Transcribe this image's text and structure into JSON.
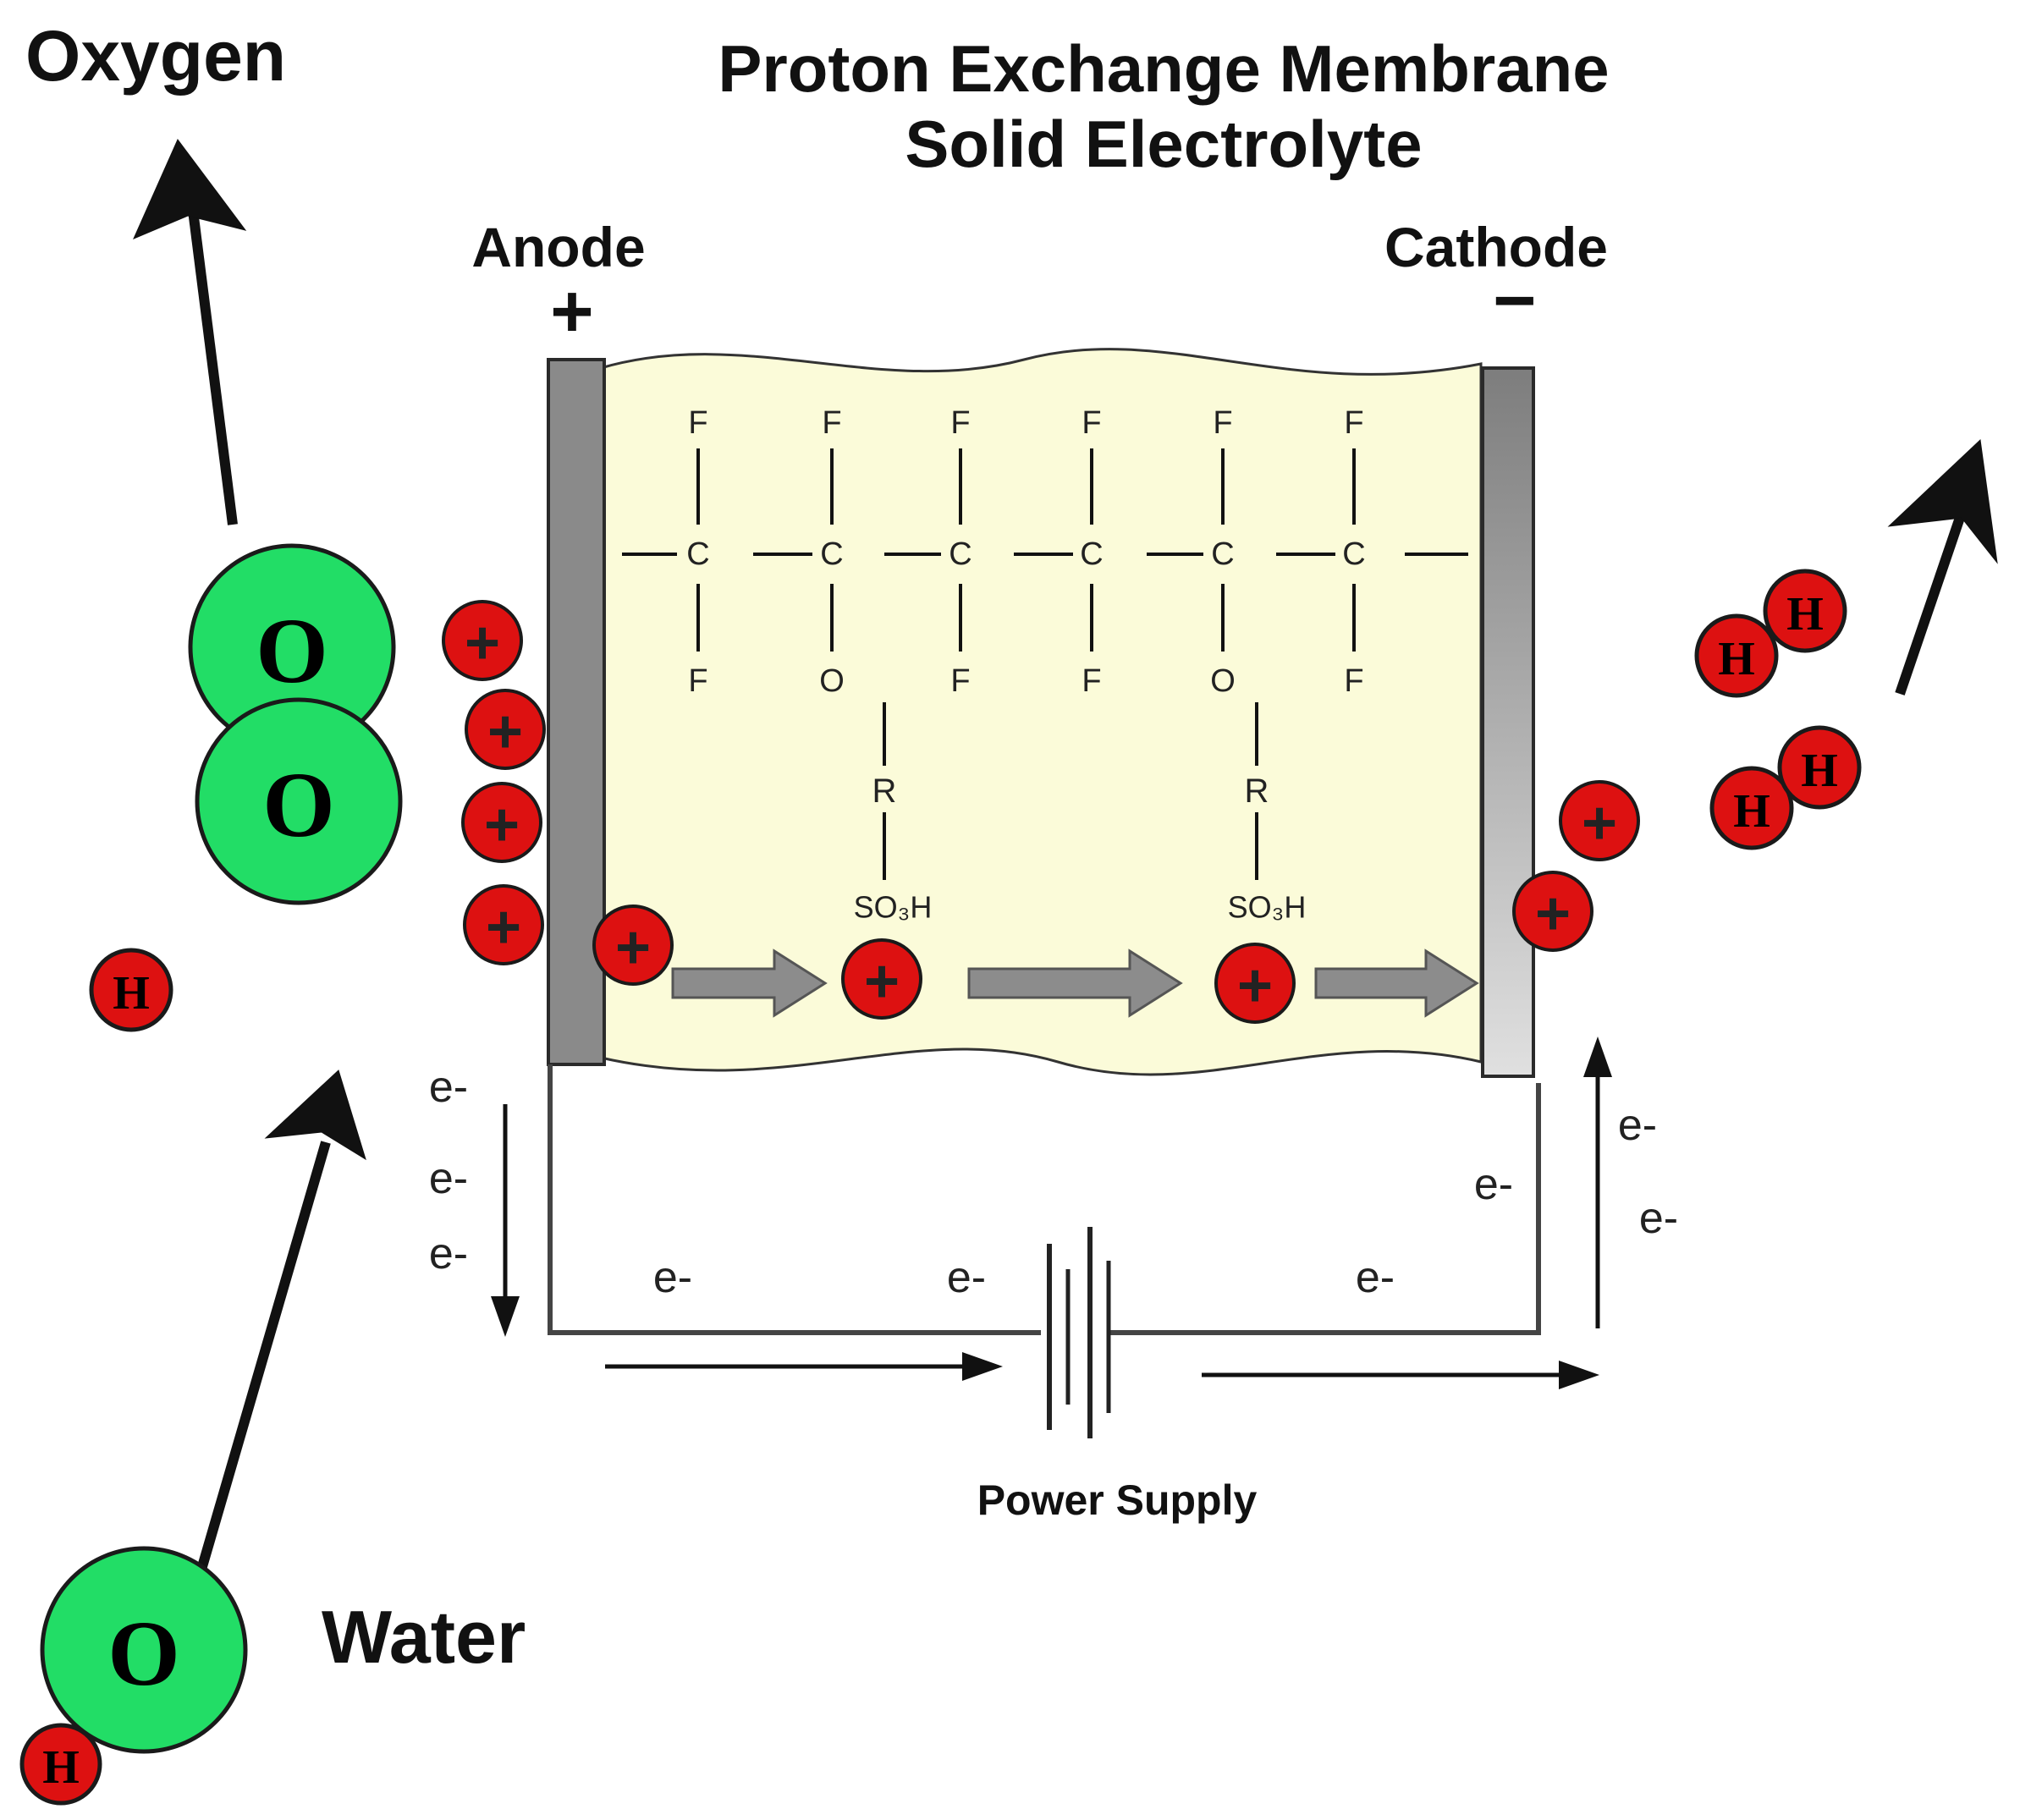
{
  "title": {
    "line1": "Proton Exchange Membrane",
    "line2": "Solid Electrolyte"
  },
  "labels": {
    "oxygen": "Oxygen",
    "water": "Water",
    "anode": "Anode",
    "anode_sign": "+",
    "cathode": "Cathode",
    "cathode_sign": "−",
    "power_supply": "Power Supply"
  },
  "atoms": {
    "oxygen": "O",
    "hydrogen": "H",
    "proton_sign": "+"
  },
  "membrane_structure": {
    "fluorine": "F",
    "carbon": "C",
    "ether_oxygen": "O",
    "side_group": "R",
    "sulfonic_acid": "SO₃H"
  },
  "electron_label": "e-",
  "colors": {
    "oxygen_atom": "#22dd66",
    "hydrogen_atom": "#dd1111",
    "membrane": "#fbfbd9",
    "electrode": "#8a8a8a",
    "flow_arrow": "#8c8c8c",
    "line": "#111111"
  }
}
